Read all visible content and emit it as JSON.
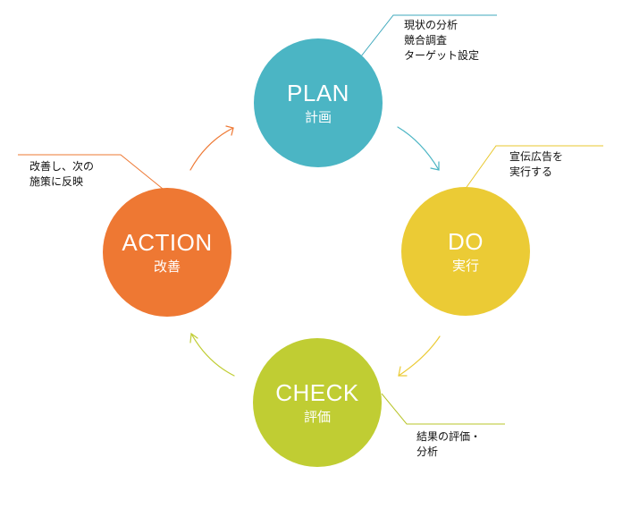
{
  "cycle": {
    "plan": {
      "title": "PLAN",
      "subtitle": "計画",
      "color": "#4bb5c4"
    },
    "do": {
      "title": "DO",
      "subtitle": "実行",
      "color": "#ebcb35"
    },
    "check": {
      "title": "CHECK",
      "subtitle": "評価",
      "color": "#c0cd33"
    },
    "action": {
      "title": "ACTION",
      "subtitle": "改善",
      "color": "#ee7833"
    }
  },
  "notes": {
    "plan": {
      "lines": [
        "現状の分析",
        "競合調査",
        "ターゲット設定"
      ]
    },
    "do": {
      "lines": [
        "宣伝広告を",
        "実行する"
      ]
    },
    "check": {
      "lines": [
        "結果の評価・",
        "分析"
      ]
    },
    "action": {
      "lines": [
        "改善し、次の",
        "施策に反映"
      ]
    }
  }
}
